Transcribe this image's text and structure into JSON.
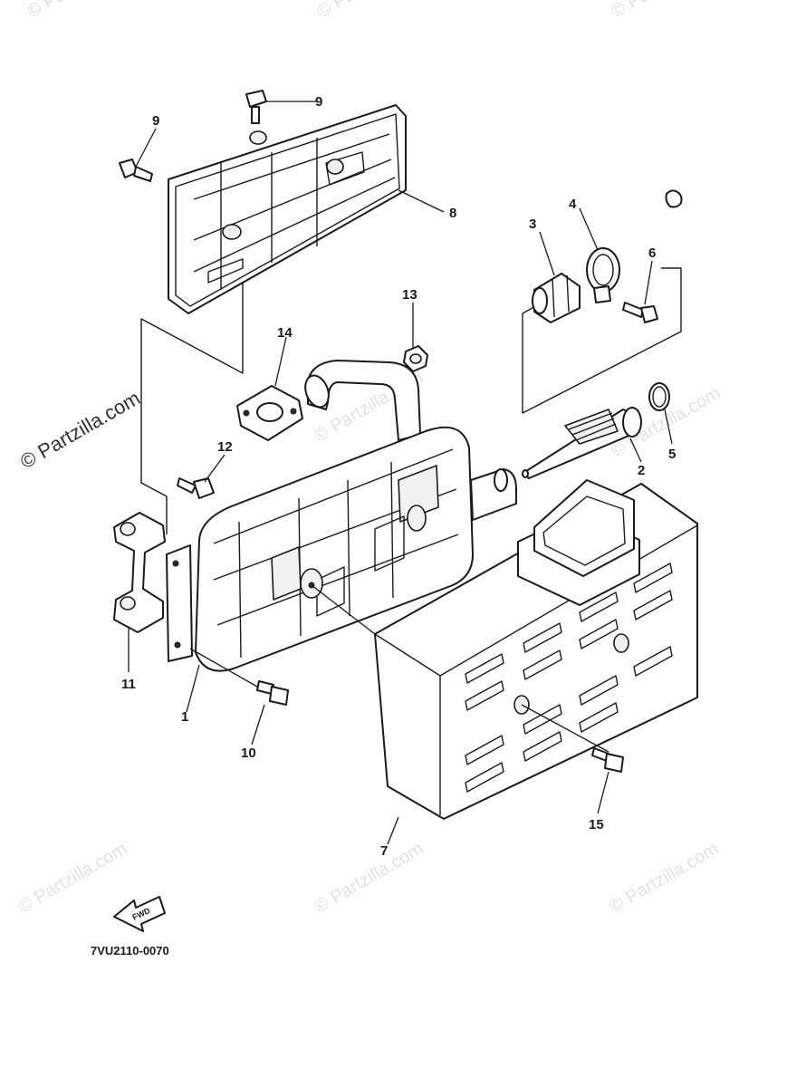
{
  "watermark": "© Partzilla.com",
  "diagram_code": "7VU2110-0070",
  "fwd_label": "FWD",
  "callouts": [
    "1",
    "2",
    "3",
    "4",
    "5",
    "6",
    "7",
    "8",
    "9",
    "9",
    "10",
    "11",
    "12",
    "13",
    "14",
    "15"
  ]
}
